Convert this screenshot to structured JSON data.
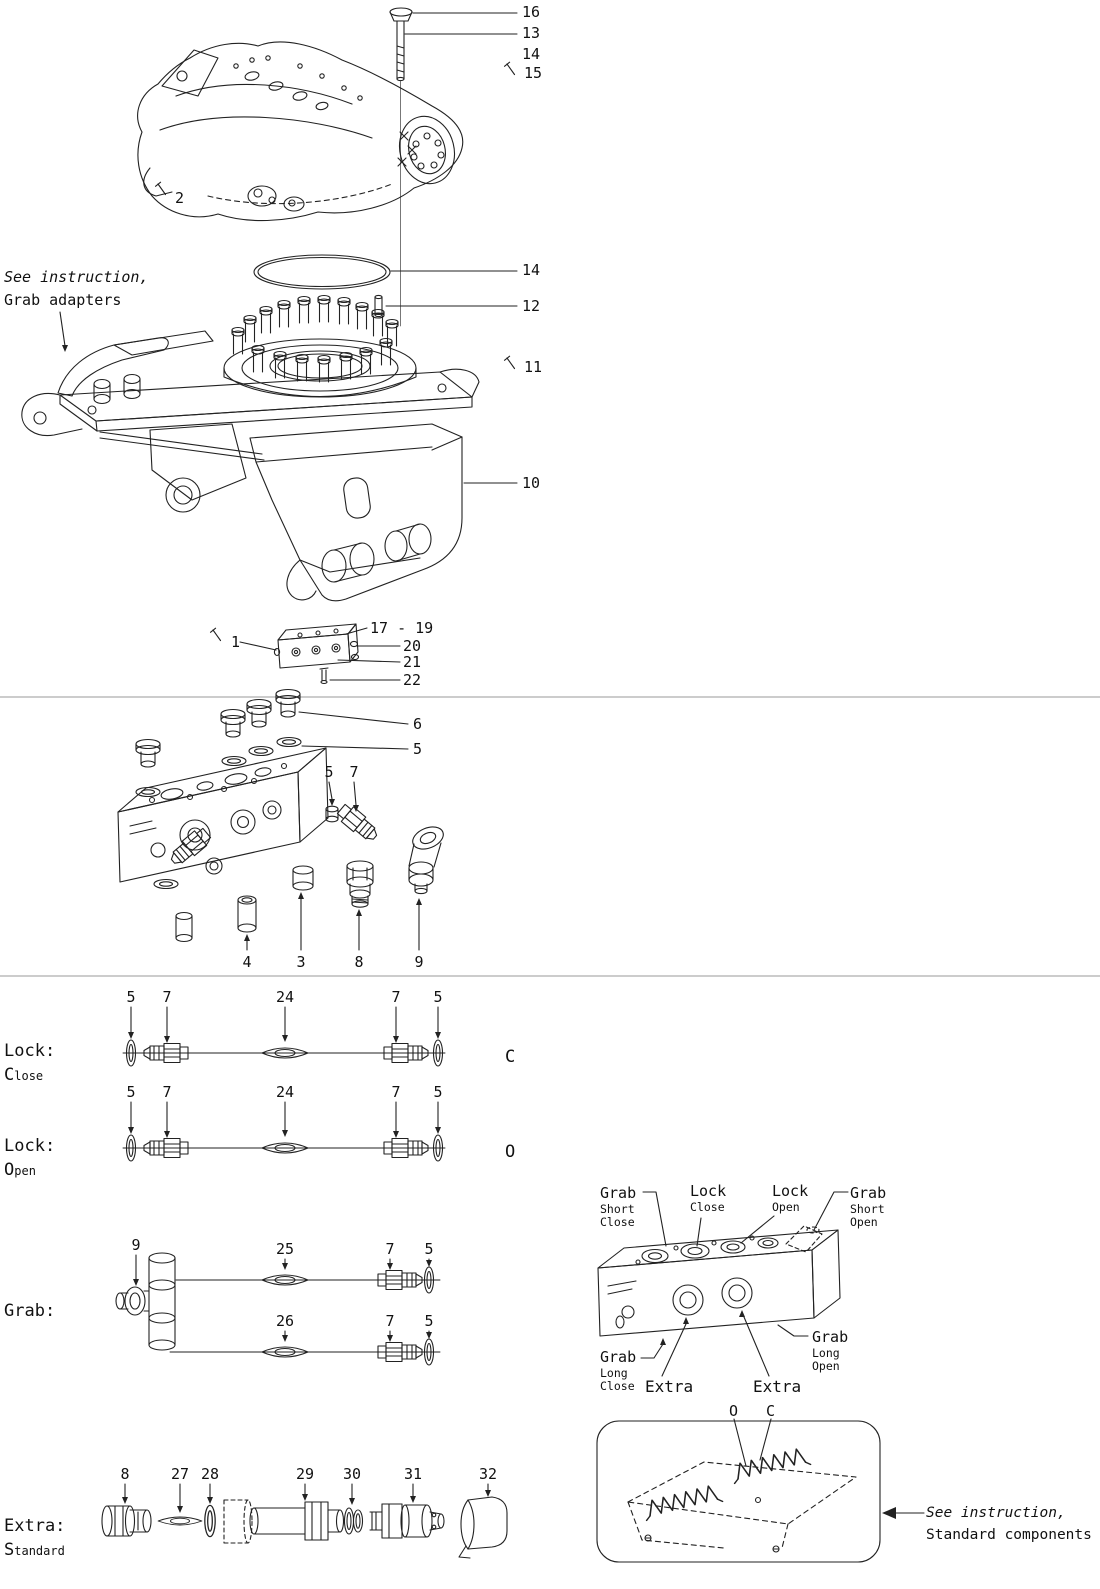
{
  "page": {
    "bg": "#ffffff",
    "ink": "#222222"
  },
  "top": {
    "note1": "See instruction,",
    "note2": "Grab adapters",
    "c16": "16",
    "c13": "13",
    "c14a": "14",
    "c15": "15",
    "c2": "2",
    "c14b": "14",
    "c12": "12",
    "c11": "11",
    "c10": "10",
    "c1": "1",
    "c17_19": "17 - 19",
    "c20": "20",
    "c21": "21",
    "c22": "22"
  },
  "manifold": {
    "c6": "6",
    "c5a": "5",
    "c5b": "5",
    "c7": "7",
    "c4": "4",
    "c3": "3",
    "c8": "8",
    "c9": "9"
  },
  "lock_close": {
    "label": "Lock:",
    "sub": "Close",
    "port": "C",
    "n_washer_l": "5",
    "n_cart_l": "7",
    "n_seal": "24",
    "n_cart_r": "7",
    "n_washer_r": "5"
  },
  "lock_open": {
    "label": "Lock:",
    "sub": "Open",
    "port": "O",
    "n_washer_l": "5",
    "n_cart_l": "7",
    "n_seal": "24",
    "n_cart_r": "7",
    "n_washer_r": "5"
  },
  "grab": {
    "label": "Grab:",
    "n_fitting": "9",
    "n_seal_top": "25",
    "n_cart_top": "7",
    "n_washer_top": "5",
    "n_seal_bot": "26",
    "n_cart_bot": "7",
    "n_washer_bot": "5"
  },
  "block": {
    "grab_short_close": {
      "w1": "Grab",
      "w2": "Short",
      "w3": "Close"
    },
    "lock_close": {
      "w1": "Lock",
      "w2": "Close"
    },
    "lock_open": {
      "w1": "Lock",
      "w2": "Open"
    },
    "grab_short_open": {
      "w1": "Grab",
      "w2": "Short",
      "w3": "Open"
    },
    "grab_long_close": {
      "w1": "Grab",
      "w2": "Long",
      "w3": "Close"
    },
    "extra_left": "Extra",
    "extra_right": "Extra",
    "grab_long_open": {
      "w1": "Grab",
      "w2": "Long",
      "w3": "Open"
    }
  },
  "extra_row": {
    "label": "Extra:",
    "sub": "Standard",
    "n8": "8",
    "n27": "27",
    "n28": "28",
    "n29": "29",
    "n30": "30",
    "n31": "31",
    "n32": "32"
  },
  "std_box": {
    "port_o": "O",
    "port_c": "C",
    "note1": "See instruction,",
    "note2": "Standard components"
  }
}
